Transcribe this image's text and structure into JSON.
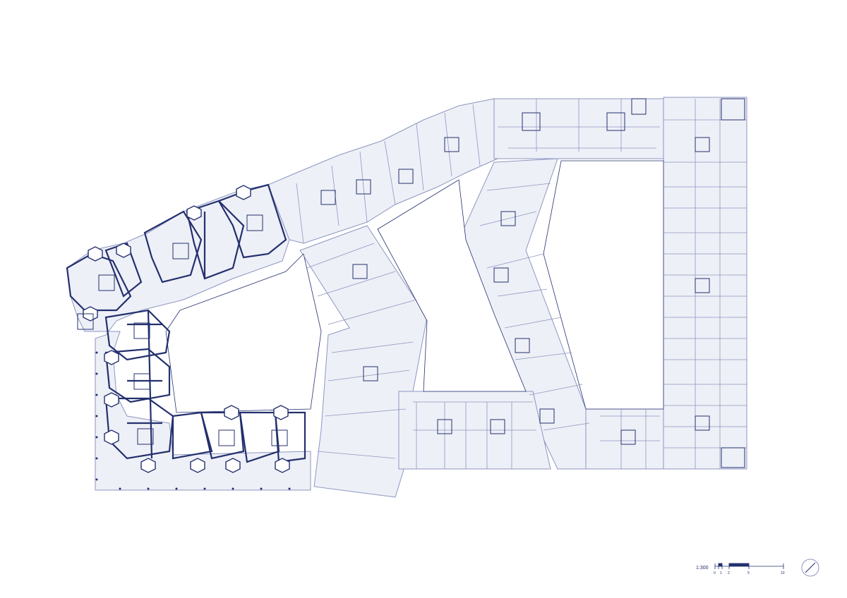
{
  "drawing": {
    "type": "floor-plan",
    "line_color": "#23306e",
    "light_line_color": "#8c96c0",
    "fill_color": "#eef0f7"
  },
  "scale_bar": {
    "ratio_label": "1:300",
    "ticks": [
      "0",
      "1",
      "2",
      "5",
      "10"
    ]
  },
  "north_arrow": {
    "icon": "north-arrow-icon"
  }
}
